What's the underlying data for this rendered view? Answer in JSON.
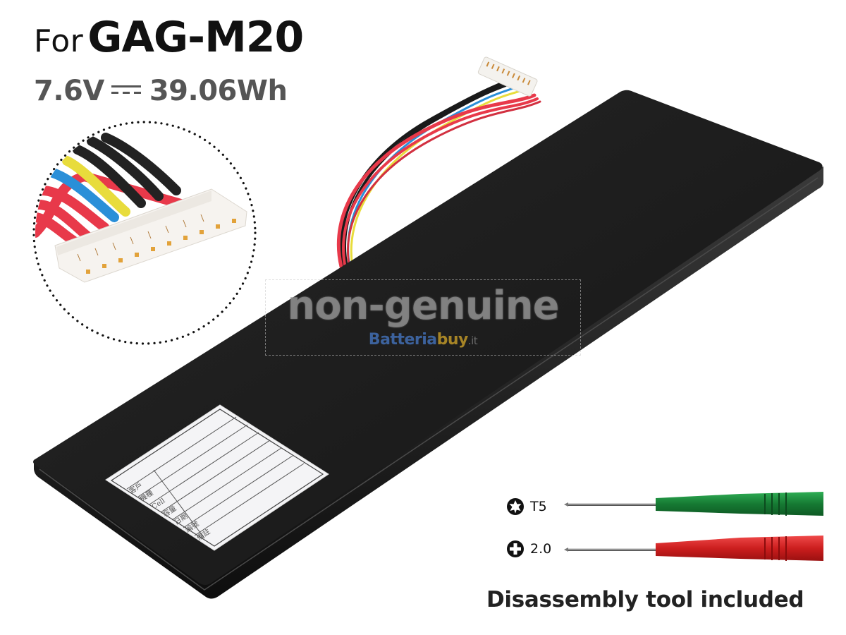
{
  "header": {
    "prefix": "For",
    "model": "GAG-M20"
  },
  "specs": {
    "voltage": "7.6V",
    "dc_symbol": "dc-current-icon",
    "energy": "39.06Wh"
  },
  "watermark": {
    "text": "non-genuine",
    "brand_part1": "Batteria",
    "brand_part2": "buy",
    "brand_suffix": ".it"
  },
  "battery_label": {
    "fields": [
      "客戶",
      "機種",
      "Cell",
      "容量",
      "日期",
      "編號",
      "備註"
    ]
  },
  "connector_callout": {
    "wire_colors": [
      "#e8394a",
      "#e8394a",
      "#2a8fd8",
      "#e8dc3c",
      "#222222",
      "#222222",
      "#222222"
    ],
    "pin_count": 10
  },
  "tools": {
    "items": [
      {
        "icon": "torx-icon",
        "label": "T5",
        "handle_color": "#1e8a3c"
      },
      {
        "icon": "phillips-icon",
        "label": "2.0",
        "handle_color": "#d42424"
      }
    ],
    "caption": "Disassembly tool included"
  },
  "colors": {
    "battery_body": "#1c1c1c",
    "title": "#111111",
    "spec": "#555555"
  }
}
